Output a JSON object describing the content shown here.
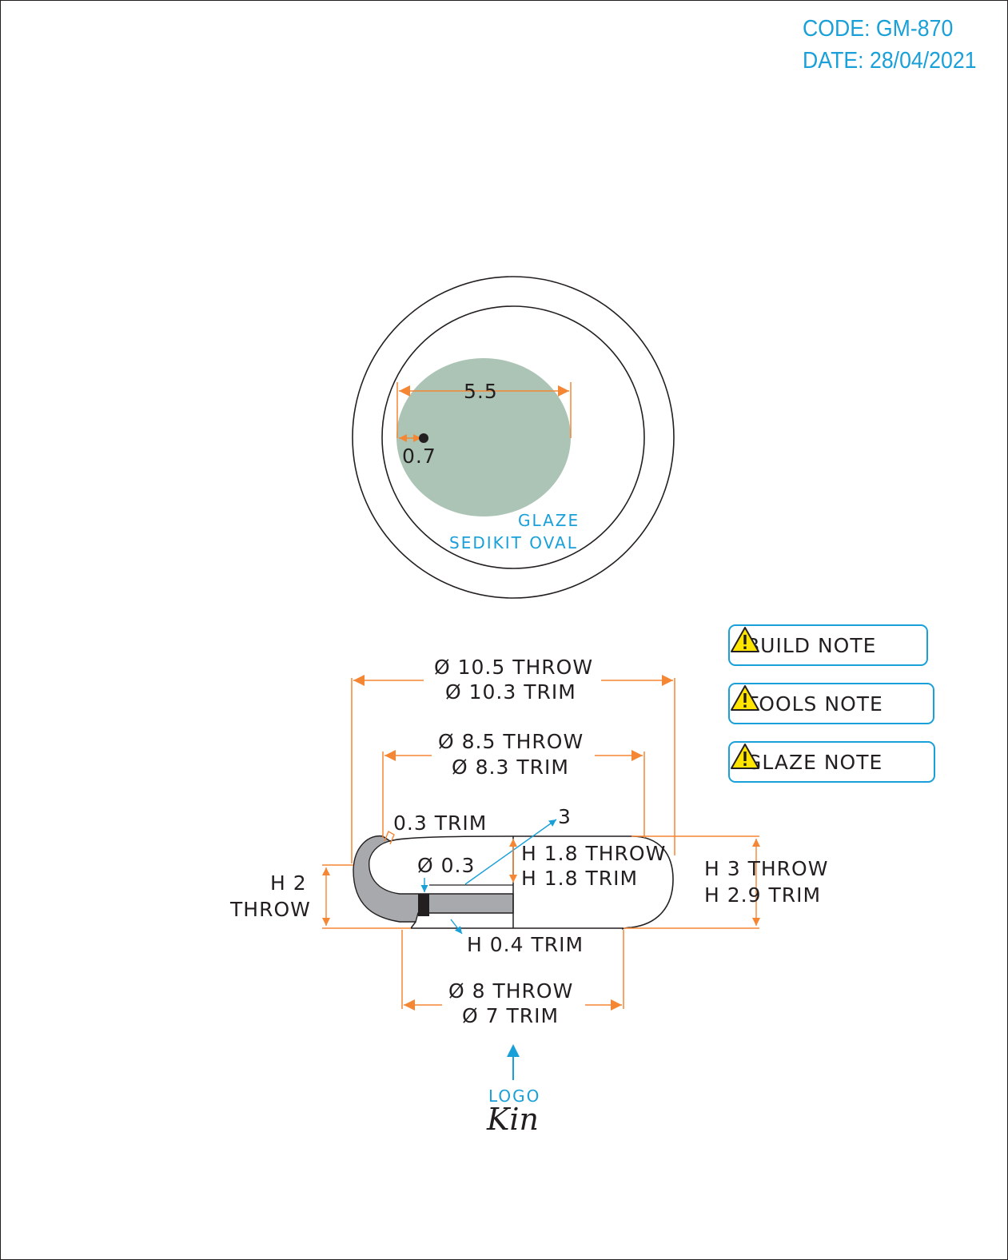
{
  "header": {
    "code": "CODE: GM-870",
    "date": "DATE: 28/04/2021"
  },
  "colors": {
    "dimension": "#f58634",
    "callout": "#1aa0d8",
    "glaze": "#abc4b5",
    "section": "#a7a9ac",
    "line": "#231f20"
  },
  "top_view": {
    "glaze_width": "5.5",
    "offset": "0.7",
    "glaze_label_1": "GLAZE",
    "glaze_label_2": "SEDIKIT OVAL"
  },
  "section_view": {
    "outer_throw": "Ø 10.5 THROW",
    "outer_trim": "Ø 10.3 TRIM",
    "inner_throw": "Ø 8.5 THROW",
    "inner_trim": "Ø 8.3 TRIM",
    "rim_trim": "0.3 TRIM",
    "callout_3": "3",
    "hole": "Ø 0.3",
    "inner_h_throw": "H 1.8 THROW",
    "inner_h_trim": "H 1.8 TRIM",
    "left_h": "H 2",
    "left_h_throw": "THROW",
    "right_h_throw": "H 3 THROW",
    "right_h_trim": "H 2.9 TRIM",
    "foot_trim": "H 0.4 TRIM",
    "base_throw": "Ø 8 THROW",
    "base_trim": "Ø 7 TRIM",
    "logo": "LOGO"
  },
  "notes": [
    {
      "label": "BUILD NOTE",
      "icon": "warning-icon"
    },
    {
      "label": "TOOLS NOTE",
      "icon": "warning-icon"
    },
    {
      "label": "GLAZE NOTE",
      "icon": "warning-icon"
    }
  ],
  "signature": "Kin"
}
